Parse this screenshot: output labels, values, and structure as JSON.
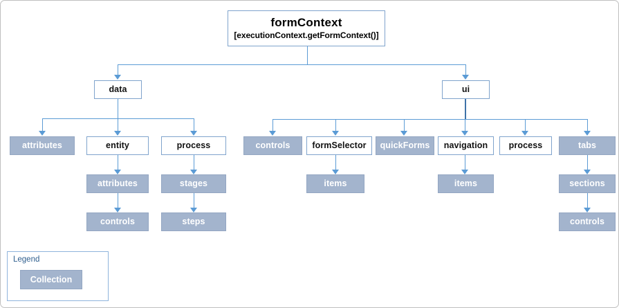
{
  "diagram": {
    "root": {
      "title": "formContext",
      "subtitle": "[executionContext.getFormContext()]"
    },
    "branches": {
      "data": "data",
      "ui": "ui"
    },
    "data_children": {
      "attributes": "attributes",
      "entity": "entity",
      "process": "process"
    },
    "entity_children": {
      "attributes": "attributes",
      "controls": "controls"
    },
    "process_children": {
      "stages": "stages",
      "steps": "steps"
    },
    "ui_children": {
      "controls": "controls",
      "formSelector": "formSelector",
      "quickForms": "quickForms",
      "navigation": "navigation",
      "process": "process",
      "tabs": "tabs"
    },
    "formSelector_children": {
      "items": "items"
    },
    "navigation_children": {
      "items": "items"
    },
    "tabs_children": {
      "sections": "sections",
      "controls": "controls"
    }
  },
  "legend": {
    "title": "Legend",
    "collection_label": "Collection"
  },
  "colors": {
    "collection_fill": "#A3B4CD",
    "collection_border": "#93A6C2",
    "node_border": "#7FA3CC",
    "connector": "#5B9BD5",
    "connector_strong": "#3E72A8",
    "legend_border": "#8FB4DC",
    "legend_title_text": "#2E5E8E",
    "canvas_border": "#BFBFBF"
  }
}
